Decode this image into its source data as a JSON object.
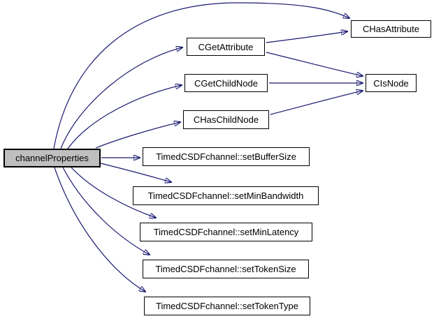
{
  "diagram": {
    "type": "call-graph",
    "background_color": "#ffffff",
    "colors": {
      "edge": "#191970",
      "node_border": "#000000",
      "node_fill": "#ffffff",
      "root_node_fill": "#bfbfbf",
      "text": "#000000"
    },
    "root": "channelProperties",
    "nodes": [
      {
        "id": "channelProperties",
        "label": "channelProperties",
        "role": "root"
      },
      {
        "id": "CGetAttribute",
        "label": "CGetAttribute",
        "role": "callee"
      },
      {
        "id": "CGetChildNode",
        "label": "CGetChildNode",
        "role": "callee"
      },
      {
        "id": "CHasChildNode",
        "label": "CHasChildNode",
        "role": "callee"
      },
      {
        "id": "TimedCSDFchannel::setBufferSize",
        "label": "TimedCSDFchannel::setBufferSize",
        "role": "callee"
      },
      {
        "id": "TimedCSDFchannel::setMinBandwidth",
        "label": "TimedCSDFchannel::setMinBandwidth",
        "role": "callee"
      },
      {
        "id": "TimedCSDFchannel::setMinLatency",
        "label": "TimedCSDFchannel::setMinLatency",
        "role": "callee"
      },
      {
        "id": "TimedCSDFchannel::setTokenSize",
        "label": "TimedCSDFchannel::setTokenSize",
        "role": "callee"
      },
      {
        "id": "TimedCSDFchannel::setTokenType",
        "label": "TimedCSDFchannel::setTokenType",
        "role": "callee"
      },
      {
        "id": "CHasAttribute",
        "label": "CHasAttribute",
        "role": "callee"
      },
      {
        "id": "CIsNode",
        "label": "CIsNode",
        "role": "callee"
      }
    ],
    "edges": [
      {
        "from": "channelProperties",
        "to": "CHasAttribute"
      },
      {
        "from": "channelProperties",
        "to": "CGetAttribute"
      },
      {
        "from": "channelProperties",
        "to": "CGetChildNode"
      },
      {
        "from": "channelProperties",
        "to": "CHasChildNode"
      },
      {
        "from": "channelProperties",
        "to": "TimedCSDFchannel::setBufferSize"
      },
      {
        "from": "channelProperties",
        "to": "TimedCSDFchannel::setMinBandwidth"
      },
      {
        "from": "channelProperties",
        "to": "TimedCSDFchannel::setMinLatency"
      },
      {
        "from": "channelProperties",
        "to": "TimedCSDFchannel::setTokenSize"
      },
      {
        "from": "channelProperties",
        "to": "TimedCSDFchannel::setTokenType"
      },
      {
        "from": "CGetAttribute",
        "to": "CHasAttribute"
      },
      {
        "from": "CGetAttribute",
        "to": "CIsNode"
      },
      {
        "from": "CGetChildNode",
        "to": "CIsNode"
      },
      {
        "from": "CHasChildNode",
        "to": "CIsNode"
      }
    ]
  }
}
